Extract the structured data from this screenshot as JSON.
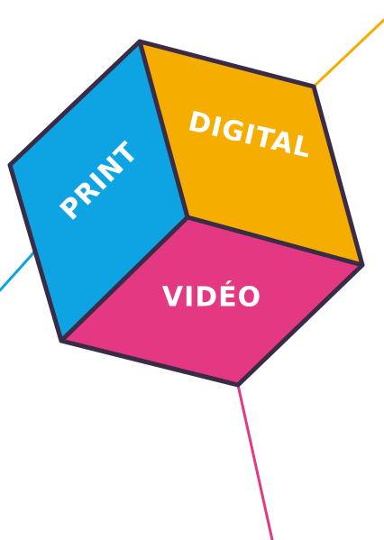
{
  "faces": {
    "left": {
      "label": "PRINT",
      "color": "#0ea3e2"
    },
    "top": {
      "label": "DIGITAL",
      "color": "#f5ad00"
    },
    "bottom": {
      "label": "VIDÉO",
      "color": "#e43882"
    }
  },
  "colors": {
    "outline": "#3a2b47",
    "background": "#ffffff"
  }
}
